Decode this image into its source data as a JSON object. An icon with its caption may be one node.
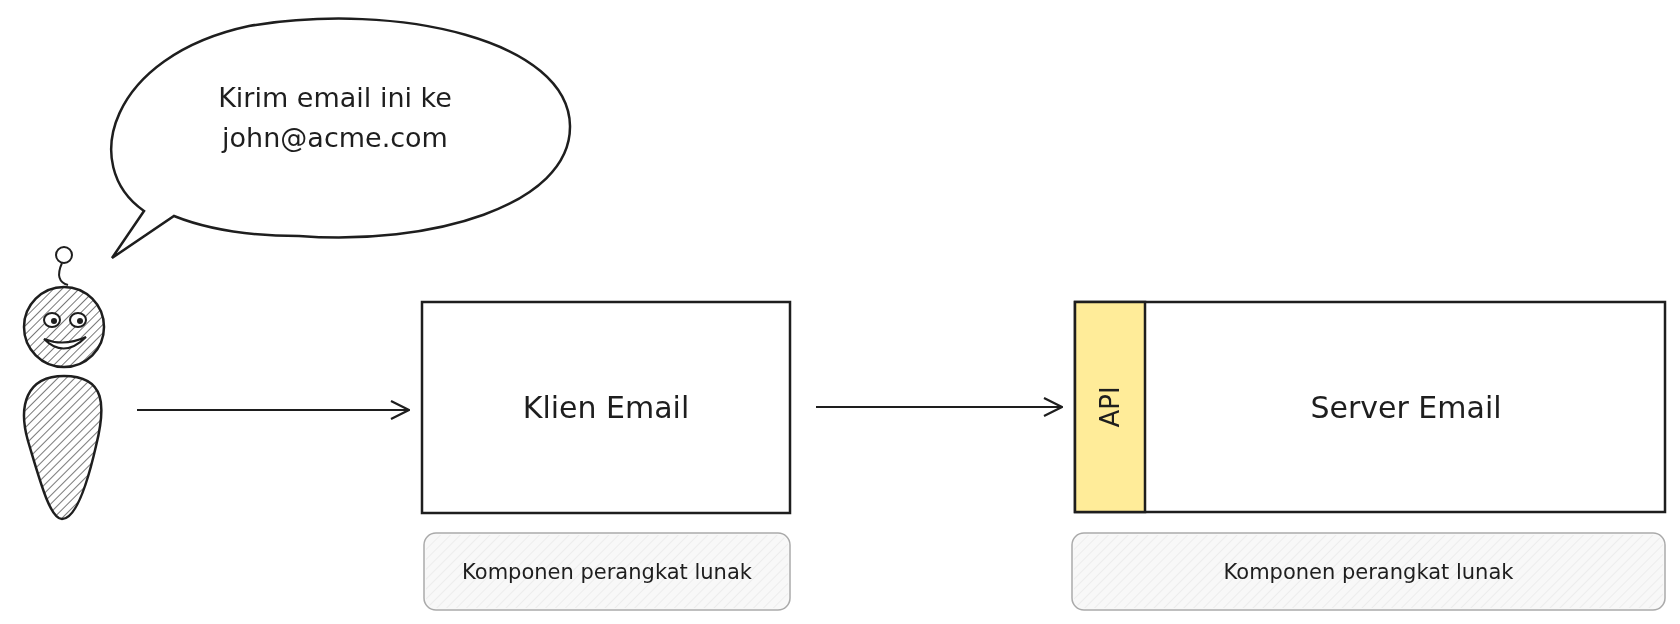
{
  "diagram": {
    "nodes": [
      {
        "text": [],
        "shape": "person"
      },
      {
        "text": [
          "Kirim email ini ke john@acme.com"
        ]
      },
      {
        "text": [
          "Klien Email"
        ]
      },
      {
        "text": [
          "Komponen perangkat lunak"
        ]
      },
      {
        "text": [
          "Server Email"
        ]
      },
      {
        "text": [
          "API"
        ],
        "in": 4
      },
      {
        "text": [
          "Komponen perangkat lunak"
        ]
      }
    ],
    "edges": [
      {
        "from": 0,
        "to": 2,
        "arrow": "to"
      },
      {
        "from": 2,
        "to": 5,
        "arrow": "to"
      }
    ]
  }
}
